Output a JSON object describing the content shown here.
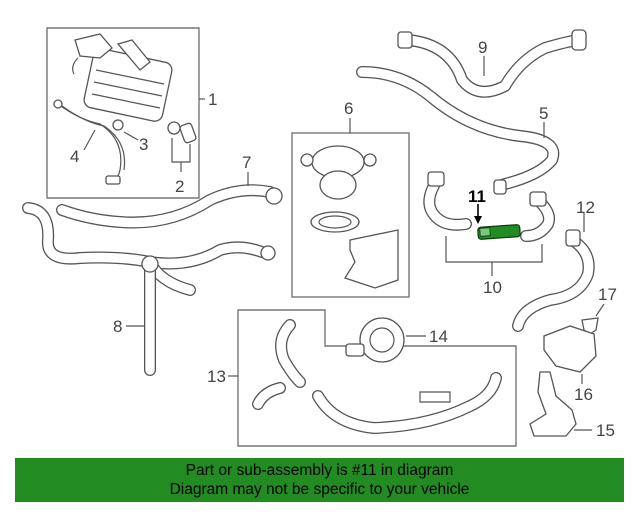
{
  "diagram": {
    "callouts": {
      "c1": "1",
      "c2": "2",
      "c3": "3",
      "c4": "4",
      "c5": "5",
      "c6": "6",
      "c7": "7",
      "c8": "8",
      "c9": "9",
      "c10": "10",
      "c11": "11",
      "c12": "12",
      "c13": "13",
      "c14": "14",
      "c15": "15",
      "c16": "16",
      "c17": "17"
    },
    "highlight_color": "#228b22"
  },
  "banner": {
    "line1": "Part or sub-assembly is #11 in diagram",
    "line2": "Diagram may not be specific to your vehicle",
    "background": "#228b22"
  }
}
